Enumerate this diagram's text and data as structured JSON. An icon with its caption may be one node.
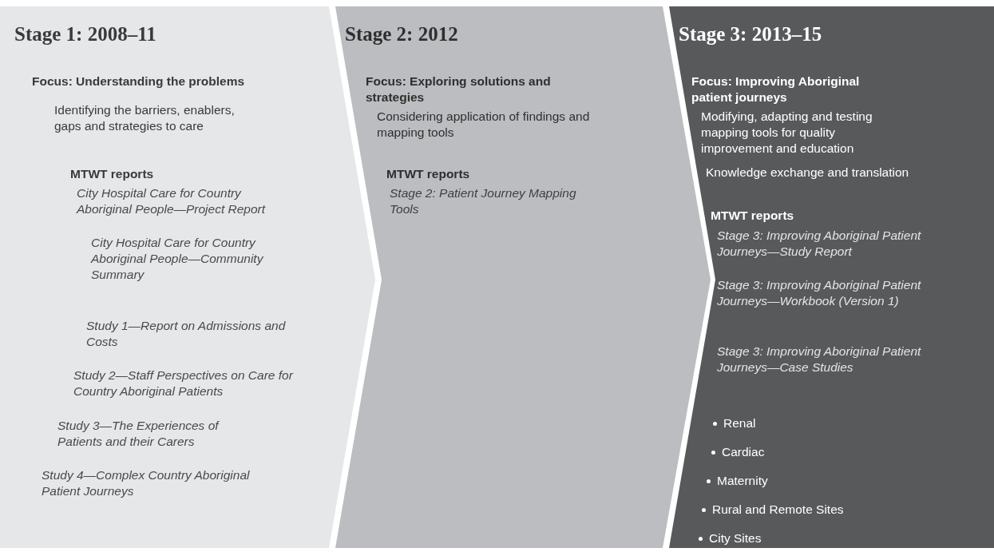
{
  "diagram": {
    "nodes": [
      {
        "text": [
          "Stage 1: 2008–11",
          "Focus: Understanding the problems",
          "Identifying the barriers, enablers, gaps and strategies to care",
          "MTWT reports",
          "City Hospital Care for Country Aboriginal People—Project Report",
          "City Hospital Care for Country Aboriginal People—Community Summary",
          "Study 1—Report on Admissions and Costs",
          "Study 2—Staff Perspectives on Care for Country Aboriginal Patients",
          "Study 3—The Experiences of Patients and their Carers",
          "Study 4—Complex Country Aboriginal Patient Journeys"
        ]
      },
      {
        "text": [
          "Stage 2: 2012",
          "Focus: Exploring solutions and strategies",
          "Considering application of findings and mapping tools",
          "MTWT reports",
          "Stage 2: Patient Journey Mapping Tools"
        ]
      },
      {
        "text": [
          "Stage 3: 2013–15",
          "Focus: Improving Aboriginal patient journeys",
          "Modifying, adapting and testing mapping tools for quality improvement and education",
          "Knowledge exchange and translation",
          "MTWT reports",
          "Stage 3: Improving Aboriginal Patient Journeys—Study Report",
          "Stage 3: Improving Aboriginal Patient Journeys—Workbook (Version 1)",
          "Stage 3: Improving Aboriginal Patient Journeys—Case Studies",
          "Renal",
          "Cardiac",
          "Maternity",
          "Rural and Remote Sites",
          "City Sites"
        ]
      }
    ]
  }
}
